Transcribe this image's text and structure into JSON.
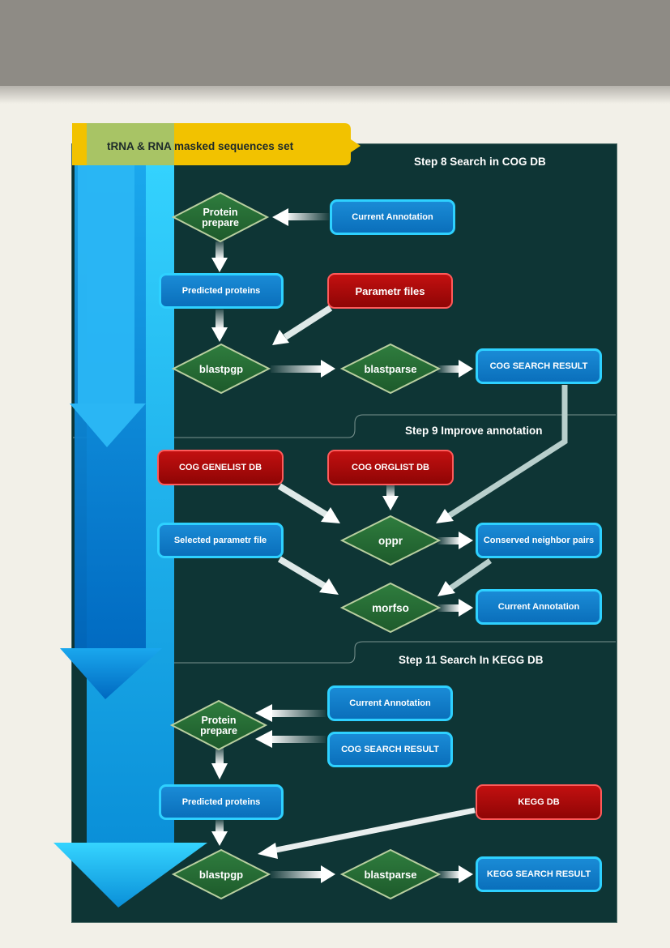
{
  "banner": {
    "label": "tRNA & RNA masked sequences set"
  },
  "steps": {
    "step8": "Step 8 Search in COG DB",
    "step9": "Step 9 Improve annotation",
    "step11": "Step 11 Search In KEGG DB"
  },
  "step8": {
    "protein_prepare": [
      "Protein",
      "prepare"
    ],
    "current_annotation": "Current Annotation",
    "predicted_proteins": "Predicted proteins",
    "parametr_files": "Parametr files",
    "blastpgp": "blastpgp",
    "blastparse": "blastparse",
    "cog_search_result": "COG SEARCH RESULT"
  },
  "step9": {
    "cog_genelist_db": "COG GENELIST DB",
    "cog_orglist_db": "COG ORGLIST DB",
    "selected_parametr_file": "Selected parametr file",
    "oppr": "oppr",
    "conserved_neighbor_pairs": "Conserved neighbor pairs",
    "morfso": "morfso",
    "current_annotation": "Current Annotation"
  },
  "step11": {
    "current_annotation": "Current Annotation",
    "cog_search_result": "COG SEARCH RESULT",
    "protein_prepare": [
      "Protein",
      "prepare"
    ],
    "predicted_proteins": "Predicted proteins",
    "kegg_db": "KEGG DB",
    "blastpgp": "blastpgp",
    "blastparse": "blastparse",
    "kegg_search_result": "KEGG SEARCH RESULT"
  },
  "colors": {
    "panel": "#0e3535",
    "decision": "#2a6b35",
    "data_node": "#0a6fbb",
    "db_node": "#a80a0a",
    "banner": "#f2c200",
    "flow_arrow": "#1ec8ff"
  }
}
